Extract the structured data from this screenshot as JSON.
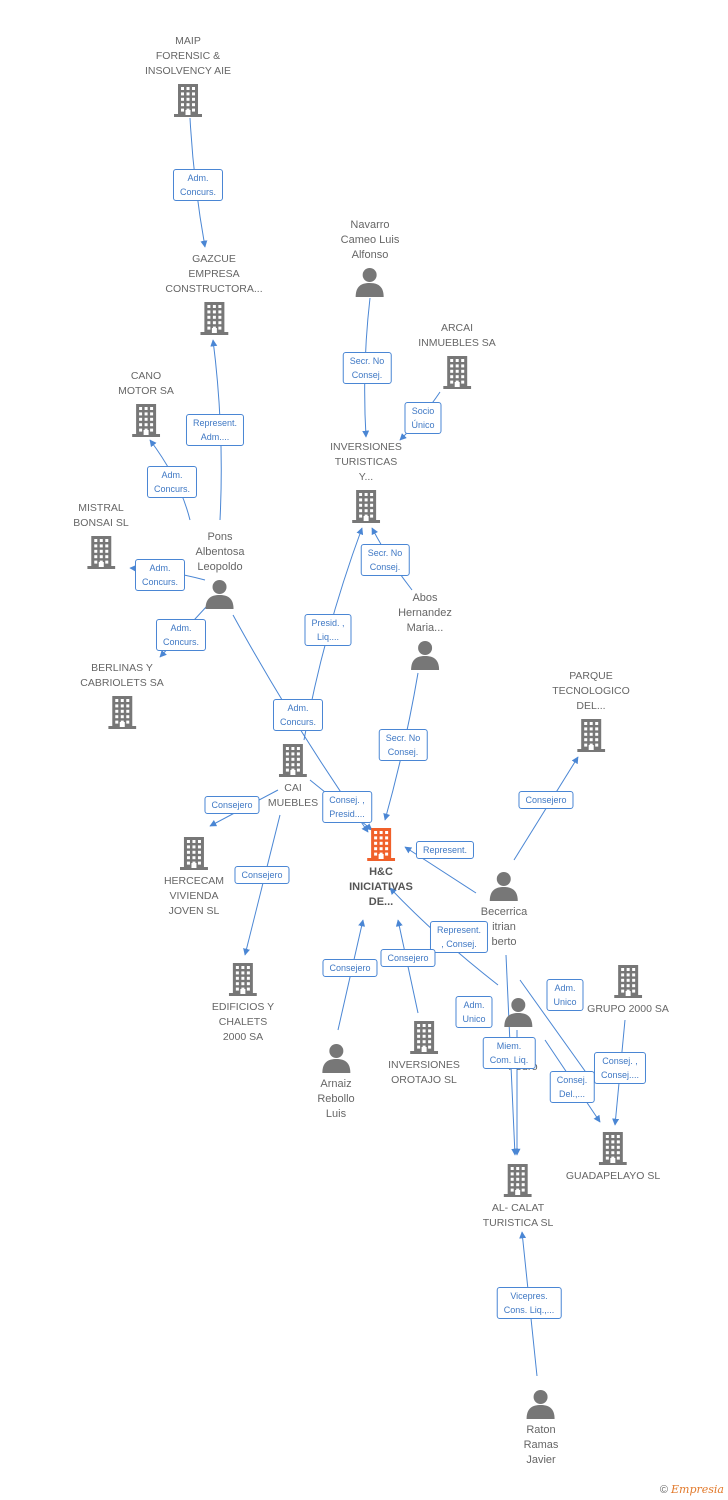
{
  "nodes": [
    {
      "id": "maip",
      "type": "company",
      "label": "MAIP\nFORENSIC &\nINSOLVENCY AIE"
    },
    {
      "id": "gazcue",
      "type": "company",
      "label": "GAZCUE\nEMPRESA\nCONSTRUCTORA..."
    },
    {
      "id": "cano",
      "type": "company",
      "label": "CANO\nMOTOR SA"
    },
    {
      "id": "mistral",
      "type": "company",
      "label": "MISTRAL\nBONSAI SL"
    },
    {
      "id": "berlinas",
      "type": "company",
      "label": "BERLINAS Y\nCABRIOLETS SA"
    },
    {
      "id": "pons",
      "type": "person",
      "label": "Pons\nAlbentosa\nLeopoldo"
    },
    {
      "id": "navarro",
      "type": "person",
      "label": "Navarro\nCameo Luis\nAlfonso"
    },
    {
      "id": "arcai",
      "type": "company",
      "label": "ARCAI\nINMUEBLES SA"
    },
    {
      "id": "invtur",
      "type": "company",
      "label": "INVERSIONES\nTURISTICAS\nY..."
    },
    {
      "id": "abos",
      "type": "person",
      "label": "Abos\nHernandez\nMaria..."
    },
    {
      "id": "parque",
      "type": "company",
      "label": "PARQUE\nTECNOLOGICO\nDEL..."
    },
    {
      "id": "cai",
      "type": "company",
      "label": "CAI\nMUEBLES"
    },
    {
      "id": "hc",
      "type": "focus",
      "label": "H&C\nINICIATIVAS\nDE..."
    },
    {
      "id": "hercecam",
      "type": "company",
      "label": "HERCECAM\nVIVIENDA\nJOVEN SL"
    },
    {
      "id": "edificios",
      "type": "company",
      "label": "EDIFICIOS Y\nCHALETS\n2000 SA"
    },
    {
      "id": "becerrica",
      "type": "person",
      "label": "Becerrica\nitrian\nberto"
    },
    {
      "id": "grupo2000",
      "type": "company",
      "label": "GRUPO 2000 SA"
    },
    {
      "id": "pedro",
      "type": "person",
      "label": "e\nPedro"
    },
    {
      "id": "arnaiz",
      "type": "person",
      "label": "Arnaiz\nRebollo\nLuis"
    },
    {
      "id": "orotajo",
      "type": "company",
      "label": "INVERSIONES\nOROTAJO SL"
    },
    {
      "id": "guadapelayo",
      "type": "company",
      "label": "GUADAPELAYO SL"
    },
    {
      "id": "alcalat",
      "type": "company",
      "label": "AL- CALAT\nTURISTICA SL"
    },
    {
      "id": "raton",
      "type": "person",
      "label": "Raton\nRamas\nJavier"
    }
  ],
  "edges": [
    {
      "from": "maip",
      "to": "gazcue",
      "label": "Adm.\nConcurs."
    },
    {
      "from": "pons",
      "to": "gazcue",
      "label": "Represent.\nAdm...."
    },
    {
      "from": "pons",
      "to": "cano",
      "label": "Adm.\nConcurs."
    },
    {
      "from": "pons",
      "to": "mistral",
      "label": "Adm.\nConcurs."
    },
    {
      "from": "pons",
      "to": "berlinas",
      "label": "Adm.\nConcurs."
    },
    {
      "from": "pons",
      "to": "hc",
      "label": "Adm.\nConcurs."
    },
    {
      "from": "navarro",
      "to": "invtur",
      "label": "Secr.  No\nConsej."
    },
    {
      "from": "arcai",
      "to": "invtur",
      "label": "Socio\nÚnico"
    },
    {
      "from": "abos",
      "to": "invtur",
      "label": "Secr.  No\nConsej."
    },
    {
      "from": "cai",
      "to": "invtur",
      "label": "Presid. ,\nLiq...."
    },
    {
      "from": "abos",
      "to": "hc",
      "label": "Secr.  No\nConsej."
    },
    {
      "from": "cai",
      "to": "hc",
      "label": "Consej. ,\nPresid...."
    },
    {
      "from": "cai",
      "to": "hercecam",
      "label": "Consejero"
    },
    {
      "from": "cai",
      "to": "edificios",
      "label": "Consejero"
    },
    {
      "from": "becerrica",
      "to": "hc",
      "label": "Represent."
    },
    {
      "from": "becerrica",
      "to": "parque",
      "label": "Consejero"
    },
    {
      "from": "pedro",
      "to": "hc",
      "label": "Represent.\n, Consej."
    },
    {
      "from": "arnaiz",
      "to": "hc",
      "label": "Consejero"
    },
    {
      "from": "orotajo",
      "to": "hc",
      "label": "Consejero"
    },
    {
      "from": "becerrica",
      "to": "alcalat",
      "label": "Adm.\nUnico"
    },
    {
      "from": "pedro",
      "to": "alcalat",
      "label": "Miem.\nCom. Liq."
    },
    {
      "from": "pedro",
      "to": "guadapelayo",
      "label": "Adm.\nUnico"
    },
    {
      "from": "grupo2000",
      "to": "guadapelayo",
      "label": "Consej. ,\nConsej...."
    },
    {
      "from": "pedro",
      "to": "guadapelayo",
      "label": "Consej.\nDel.,..."
    },
    {
      "from": "raton",
      "to": "alcalat",
      "label": "Vicepres.\nCons. Liq.,..."
    }
  ],
  "colors": {
    "edge": "#4a86d4",
    "company": "#777777",
    "person": "#777777",
    "focus": "#f0602a"
  },
  "icons": {
    "company": "building-icon",
    "person": "person-icon",
    "focus": "building-icon"
  },
  "footer": {
    "copyright": "©",
    "brand": "Empresia"
  }
}
